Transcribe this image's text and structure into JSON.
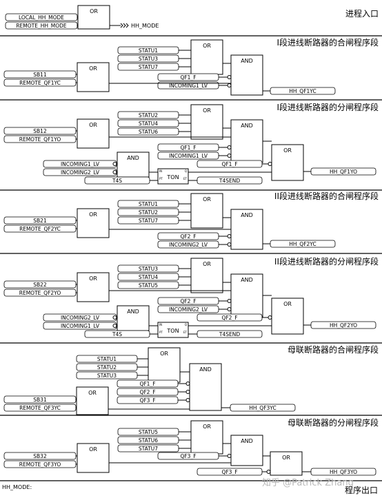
{
  "sections": [
    {
      "title": "进程入口",
      "or_label": "OR",
      "inputs": [
        "LOCAL_HH_MODE",
        "REMOTE_HH_MODE"
      ],
      "output": "HH_MODE"
    },
    {
      "title": "I段进线断路器的合闸程序段",
      "or1_label": "OR",
      "or1_inputs": [
        "STATU1",
        "STATU3",
        "STATU7"
      ],
      "and_label": "AND",
      "and_extra_inputs": [
        "QF1_F",
        "INCOMING1_LV"
      ],
      "or2_label": "OR",
      "or2_inputs": [
        "SB11",
        "REMOTE_QF1YC"
      ],
      "output": "HH_QF1YC"
    },
    {
      "title": "I段进线断路器的分闸程序段",
      "or1_label": "OR",
      "or1_inputs": [
        "STATU2",
        "STATU4",
        "STATU6"
      ],
      "and1_label": "AND",
      "and1_extra_inputs": [
        "QF1_F",
        "INCOMING1_LV"
      ],
      "or2_label": "OR",
      "or2_inputs": [
        "SB12",
        "REMOTE_QF1YO"
      ],
      "and2_label": "AND",
      "and2_inputs": [
        "INCOMING1_LV",
        "INCOMING2_LV"
      ],
      "ton_label": "TON",
      "ton_in": "T4S",
      "ton_out": "T4SEND",
      "or3_label": "OR",
      "or3_input": "QF1_F",
      "output": "HH_QF1YO"
    },
    {
      "title": "II段进线断路器的合闸程序段",
      "or1_label": "OR",
      "or1_inputs": [
        "STATU1",
        "STATU2",
        "STATU7"
      ],
      "and_label": "AND",
      "and_extra_inputs": [
        "QF2_F",
        "INCOMING2_LV"
      ],
      "or2_label": "OR",
      "or2_inputs": [
        "SB21",
        "REMOTE_QF2YC"
      ],
      "output": "HH_QF2YC"
    },
    {
      "title": "II段进线断路器的分闸程序段",
      "or1_label": "OR",
      "or1_inputs": [
        "STATU3",
        "STATU4",
        "STATU5"
      ],
      "and1_label": "AND",
      "and1_extra_inputs": [
        "QF2_F",
        "INCOMING2_LV"
      ],
      "or2_label": "OR",
      "or2_inputs": [
        "SB22",
        "REMOTE_QF2YO"
      ],
      "and2_label": "AND",
      "and2_inputs": [
        "INCOMING2_LV",
        "INCOMING1_LV"
      ],
      "ton_label": "TON",
      "ton_in": "T4S",
      "ton_out": "T4SEND",
      "or3_label": "OR",
      "or3_input": "QF2_F",
      "output": "HH_QF2YO"
    },
    {
      "title": "母联断路器的合闸程序段",
      "or1_label": "OR",
      "or1_inputs": [
        "STATU1",
        "STATU2",
        "STATU3"
      ],
      "and_label": "AND",
      "and_extra_inputs": [
        "QF1_F",
        "QF2_F",
        "QF3_F"
      ],
      "or2_label": "OR",
      "or2_inputs": [
        "SB31",
        "REMOTE_QF3YC"
      ],
      "output": "HH_QF3YC"
    },
    {
      "title": "母联断路器的分闸程序段",
      "or1_label": "OR",
      "or1_inputs": [
        "STATU5",
        "STATU6",
        "STATU7"
      ],
      "and_label": "AND",
      "and_extra_inputs": [
        "QF3_F"
      ],
      "or2_label": "OR",
      "or2_inputs": [
        "SB32",
        "REMOTE_QF3YO"
      ],
      "or3_label": "OR",
      "or3_input": "QF3_F",
      "output": "HH_QF3YO"
    }
  ],
  "footer": {
    "label": "HH_MODE:",
    "exit": "程序出口",
    "watermark": "知乎 @Patrick Zhang"
  },
  "colors": {
    "line": "#000000",
    "background": "#ffffff",
    "watermark": "#b9b9b9"
  }
}
